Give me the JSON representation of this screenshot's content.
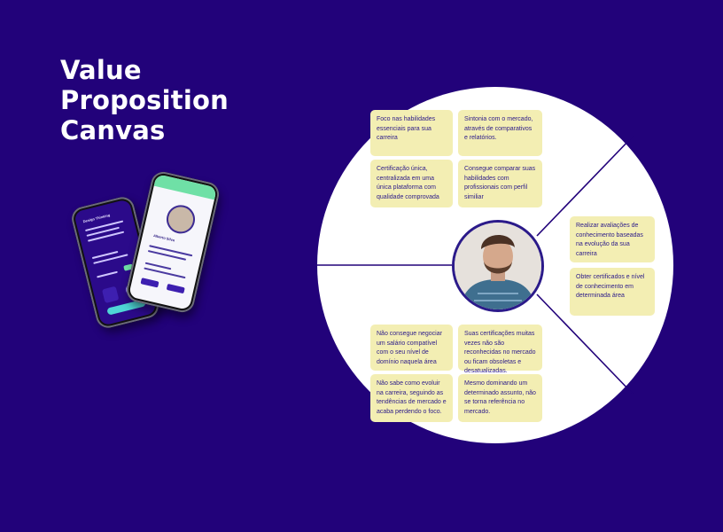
{
  "title": {
    "line1": "Value",
    "line2": "Proposition",
    "line3": "Canvas"
  },
  "phones": {
    "back_header": "Design Thinking",
    "front_name": "Alberto Silva"
  },
  "canvas": {
    "top_notes": [
      "Foco nas habilidades essenciais para sua carreira",
      "Sintonia com o mercado, através de comparativos e relatórios.",
      "Certificação única, centralizada em uma única plataforma com qualidade comprovada",
      "Consegue comparar suas habilidades com profissionais com perfil similiar"
    ],
    "right_notes": [
      "Realizar avaliações de conhecimento baseadas na evolução da sua carreira",
      "Obter certificados e nível de conhecimento em determinada área"
    ],
    "bottom_notes": [
      "Não consegue negociar um salário compatível com o seu nível de domínio naquela área",
      "Suas certificações muitas vezes não são reconhecidas no mercado ou ficam obsoletas e desatualizadas.",
      "Não sabe como evoluir na carreira, seguindo as tendências  de mercado e acaba perdendo o foco.",
      "Mesmo dominando um determinado assunto, não se torna referência no mercado."
    ]
  },
  "colors": {
    "background": "#22027a",
    "note": "#f3eeb3",
    "note_text": "#2b1a8a",
    "accent_green": "#6fe0a6"
  }
}
